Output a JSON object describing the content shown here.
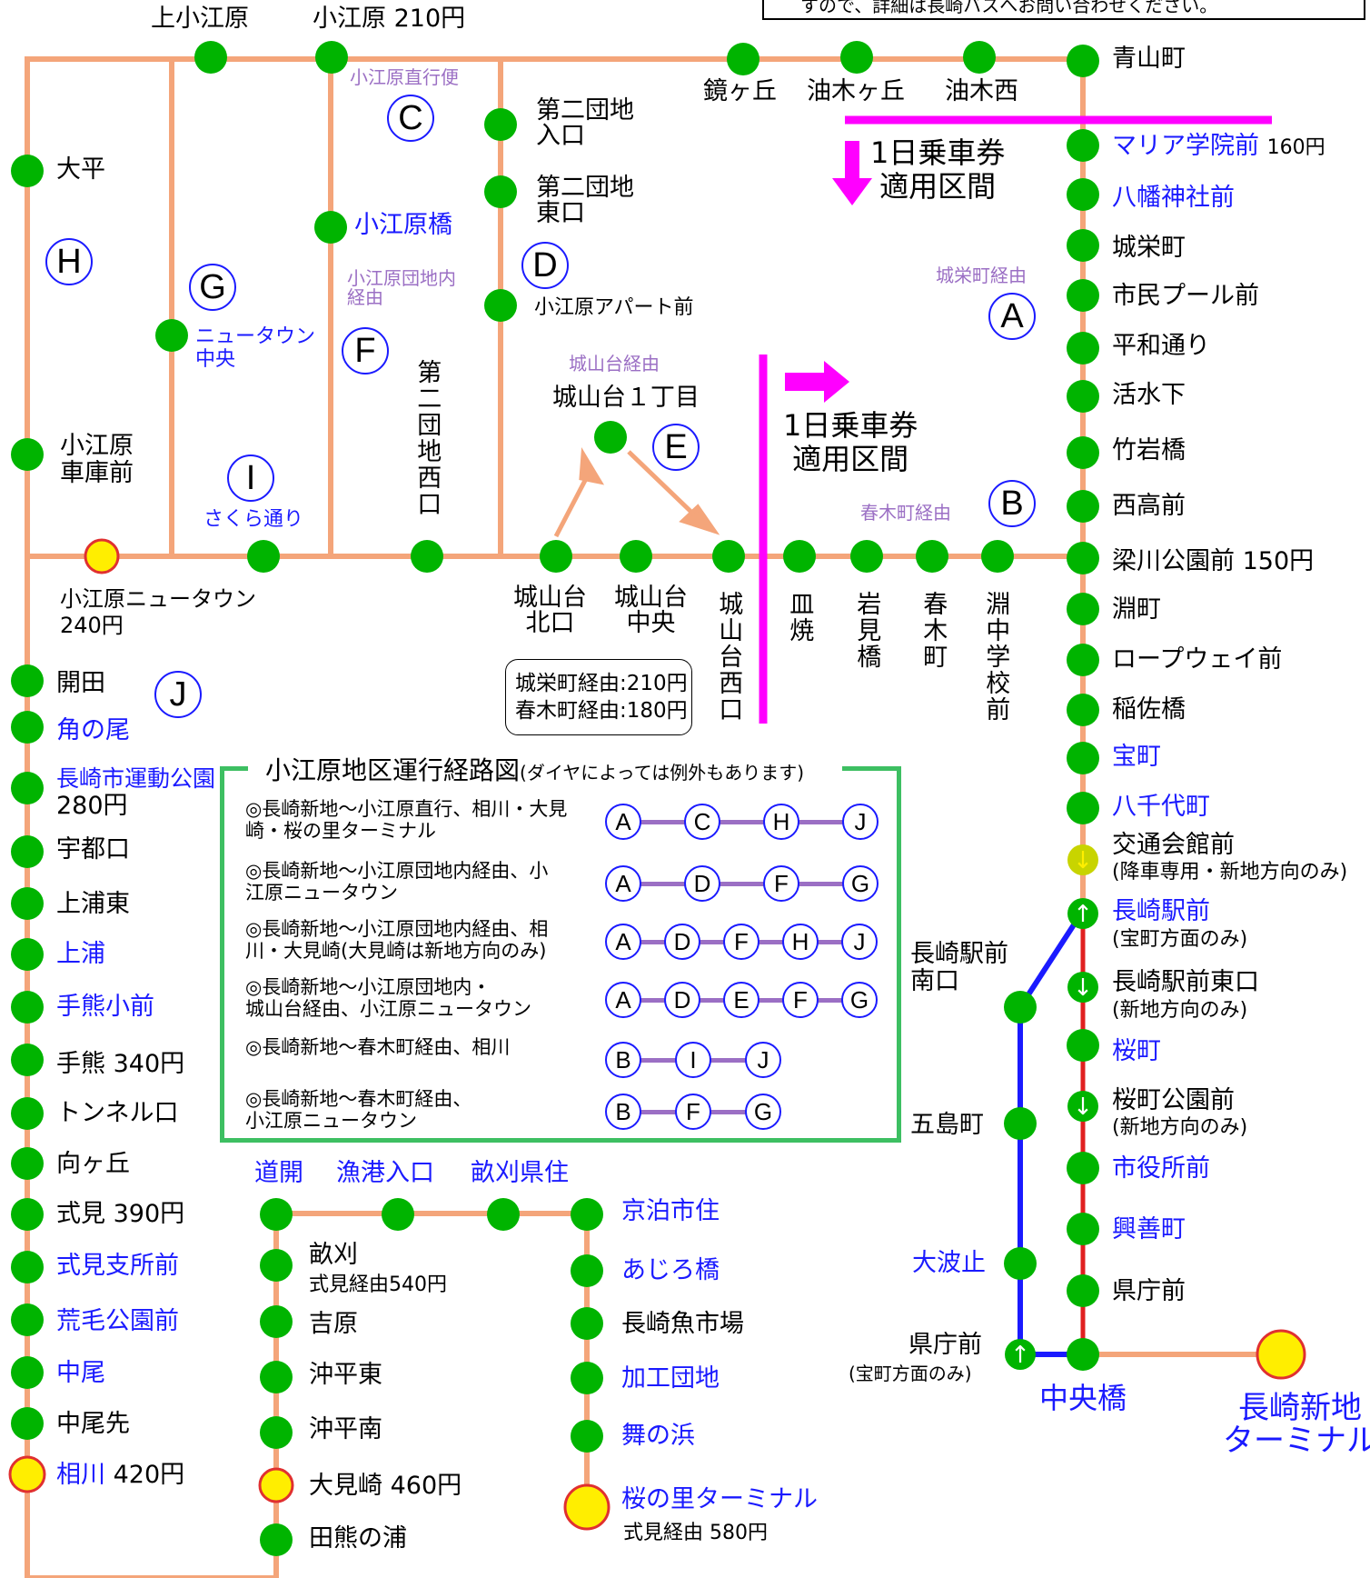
{
  "notice_text": "すので、詳細は長崎バスへお問い合わせください。",
  "colors": {
    "route": "#f4a57a",
    "stop": "#00b400",
    "terminal": "#ffee00",
    "terminal_edge": "#e03030",
    "blue_line": "#1a1aff",
    "red_line": "#e02020",
    "magenta": "#ff00ff",
    "legend": "#3dbf62"
  },
  "top_line": {
    "kamiokbaru": "上小江原",
    "okbaru": "小江原 210円",
    "kyougaoka": "鏡ヶ丘",
    "yugigaoka": "油木ヶ丘",
    "yuginishi": "油木西",
    "aoyama": "青山町"
  },
  "east_line": {
    "maria": "マリア学院前",
    "maria_fare": "160円",
    "hachiman": "八幡神社前",
    "joei": "城栄町",
    "pool": "市民プール前",
    "heiwa": "平和通り",
    "kassui": "活水下",
    "takeiwa": "竹岩橋",
    "nishitaka": "西高前",
    "yanagawa": "梁川公園前 150円",
    "fuchi": "淵町",
    "ropeway": "ロープウェイ前",
    "inasa": "稲佐橋",
    "takara": "宝町",
    "yachiyo": "八千代町",
    "koutsu": "交通会館前",
    "koutsu_note": "(降車専用・新地方向のみ)",
    "ekimae": "長崎駅前",
    "ekimae_note": "(宝町方面のみ)",
    "ekimae_higashi": "長崎駅前東口",
    "ekimae_higashi_note": "(新地方向のみ)",
    "sakuramachi": "桜町",
    "sakura_park": "桜町公園前",
    "sakura_park_note": "(新地方向のみ)",
    "shiyakusho": "市役所前",
    "kouzen": "興善町",
    "kenchou": "県庁前"
  },
  "blue_line": {
    "minamiguchi": "長崎駅前\n南口",
    "goto": "五島町",
    "oohato": "大波止",
    "kenchou2": "県庁前",
    "kenchou2_note": "(宝町方面のみ)",
    "chuobashi": "中央橋",
    "shinchi": "長崎新地\nターミナル"
  },
  "middle": {
    "okbaru_chokko": "小江原直行便",
    "daini_iriguchi": "第二団地\n入口",
    "daini_higashi": "第二団地\n東口",
    "okbaru_bashi": "小江原橋",
    "okbaru_danchi": "小江原団地内\n経由",
    "apart": "小江原アパート前",
    "newtown_chuo": "ニュータウン\n中央",
    "daini_nishi": "第二団地西口",
    "shiroyama_keiyu": "城山台経由",
    "shiroyama1": "城山台１丁目",
    "ohira": "大平",
    "shako": "小江原\n車庫前",
    "sakura_dori": "さくら通り",
    "newtown": "小江原ニュータウン\n240円",
    "kita": "城山台\n北口",
    "chuo": "城山台\n中央",
    "nishi": "城山台西口",
    "sarayaki": "皿焼",
    "iwamibashi": "岩見橋",
    "harukimachi": "春木町",
    "fuchi_chu": "淵中学校前",
    "joei_keiyu": "城栄町経由",
    "haruki_keiyu": "春木町経由",
    "pass1": "1日乗車券\n適用区間",
    "pass2": "1日乗車券\n適用区間",
    "fare_box": "城栄町経由:210円\n春木町経由:180円"
  },
  "route_letters": {
    "a": "A",
    "b": "B",
    "c": "C",
    "d": "D",
    "e": "E",
    "f": "F",
    "g": "G",
    "h": "H",
    "i": "I",
    "j": "J"
  },
  "west_line": {
    "kaita": "開田",
    "tsunoo": "角の尾",
    "undou": "長崎市運動公園",
    "undou_fare": "280円",
    "utsuguchi": "宇都口",
    "kamiurahigashi": "上浦東",
    "kamiura": "上浦",
    "tekuma_sho": "手熊小前",
    "tekuma": "手熊 340円",
    "tunnel": "トンネル口",
    "mukaigaoka": "向ヶ丘",
    "shikimi": "式見 390円",
    "shikimi_shisho": "式見支所前",
    "arake": "荒毛公園前",
    "nakao": "中尾",
    "nakaosaki": "中尾先",
    "aikawa": "相川",
    "aikawa_fare": "420円"
  },
  "south_line": {
    "dokai": "道開",
    "gyokou": "漁港入口",
    "unekari_kenju": "畝刈県住",
    "unekari": "畝刈",
    "unekari_fare": "式見経由540円",
    "yoshiwara": "吉原",
    "okihira_higashi": "沖平東",
    "okihira_minami": "沖平南",
    "oomisaki": "大見崎 460円",
    "takumanoura": "田熊の浦",
    "kyodomari": "京泊市住",
    "ajiro": "あじろ橋",
    "uoichiba": "長崎魚市場",
    "kakou": "加工団地",
    "mainohama": "舞の浜",
    "sakuranosato": "桜の里ターミナル",
    "sakuranosato_fare": "式見経由 580円"
  },
  "legend": {
    "title": "小江原地区運行経路図",
    "title_note": "(ダイヤによっては例外もあります)",
    "rows": [
      {
        "desc": "◎長崎新地～小江原直行、相川・大見\n崎・桜の里ターミナル",
        "chain": [
          "A",
          "C",
          "H",
          "J"
        ]
      },
      {
        "desc": "◎長崎新地～小江原団地内経由、小\n江原ニュータウン",
        "chain": [
          "A",
          "D",
          "F",
          "G"
        ]
      },
      {
        "desc": "◎長崎新地～小江原団地内経由、相\n川・大見崎(大見崎は新地方向のみ)",
        "chain": [
          "A",
          "D",
          "F",
          "H",
          "J"
        ]
      },
      {
        "desc": "◎長崎新地～小江原団地内・\n城山台経由、小江原ニュータウン",
        "chain": [
          "A",
          "D",
          "E",
          "F",
          "G"
        ]
      },
      {
        "desc": "◎長崎新地～春木町経由、相川",
        "chain": [
          "B",
          "I",
          "J"
        ]
      },
      {
        "desc": "◎長崎新地～春木町経由、\n小江原ニュータウン",
        "chain": [
          "B",
          "F",
          "G"
        ]
      }
    ]
  }
}
